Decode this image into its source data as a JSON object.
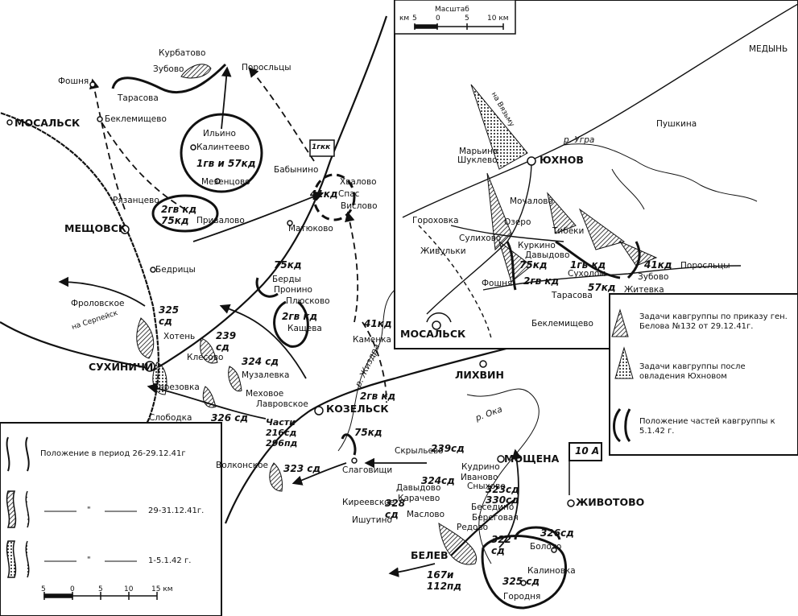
{
  "places": {
    "kurbatovo": "Курбатово",
    "zubovo": "Зубово",
    "foshnya": "Фошня",
    "tarasova": "Тарасова",
    "porosl": "Поросльцы",
    "mosalsk": "МОСАЛЬСК",
    "beklem": "Беклемищево",
    "ilyino": "Ильино",
    "kalint": "Калинтеево",
    "mezent": "Мезенцово",
    "babynino": "Бабынино",
    "khvalovo": "Хвалово",
    "spas": "Спас",
    "vislovo": "Вислово",
    "ryazant": "Рязанцево",
    "privalovo": "Привалово",
    "meshchovsk": "МЕЩОВСК",
    "matyukovo": "Матюково",
    "bedritsy": "Бедрицы",
    "berdy": "Берды",
    "pronino": "Пронино",
    "plyuskovo": "Плюсково",
    "kashcheva": "Кащева",
    "frolovskoe": "Фроловское",
    "khoten": "Хотень",
    "klesovo": "Клесово",
    "sukhinichi": "СУХИНИЧИ",
    "muzalevka": "Музалевка",
    "berezovka": "Березовка",
    "mekhovoe": "Меховое",
    "lavrovskoe": "Лавровское",
    "kozelsk": "КОЗЕЛЬСК",
    "slobodka": "Слободка",
    "kamenka": "Каменка",
    "likhvin": "ЛИХВИН",
    "skryl": "Скрыльево",
    "moshchena": "МОЩЕНА",
    "kudrino": "Кудрино",
    "ivanovo": "Иваново",
    "snykhovo": "Сныхово",
    "volkonskoe": "Волконское",
    "slagovishchi": "Слаговищи",
    "davydovo": "Давыдово",
    "karachevo": "Карачево",
    "kireevskoe": "Киреевское",
    "beskdino": "Бесединo",
    "beregovaya": "Береговая",
    "maslovo": "Маслово",
    "ishutino": "Ишутино",
    "redovo": "Редово",
    "belev": "БЕЛЕВ",
    "boloto": "Болото",
    "kalinovka": "Калиновка",
    "gorodnya": "Городня",
    "zhivotovo": "ЖИВОТОВО",
    "medyn": "МЕДЫНЬ",
    "pushkina": "Пушкина",
    "marina": "Марьина",
    "shuklevo": "Шуклево",
    "yukhnov": "ЮХНОВ",
    "mochalovo": "Мочалово",
    "gorokhovka": "Гороховка",
    "ozero": "Озеро",
    "sulikhovo": "Сулихово",
    "tibeki": "Тибеки",
    "kurkino": "Куркино",
    "zhivulki": "Живульки",
    "davydovo2": "Давыдово",
    "sukholom": "Сухолом",
    "zubovo2": "Зубово",
    "zhitevka": "Житевка",
    "tarasova2": "Тарасова",
    "foshnya2": "Фошня",
    "mosalsk2": "МОСАЛЬСК",
    "beklem2": "Беклемищево",
    "porosl2": "Поросльцы",
    "on_serpeisk": "на Серпейск",
    "on_vyazma": "на Вязьму"
  },
  "rivers": {
    "ugra": "р. Угра",
    "oka": "р. Ока",
    "zhizdra": "р. Жиздра"
  },
  "units": {
    "u1gv57": "1гв и 57кд",
    "u2gv75": "2гв кд 75кд",
    "u75a": "75кд",
    "u2gvkd_a": "2гв кд",
    "u41a": "41кд",
    "u41b": "41кд",
    "u325": "325 сд",
    "u239": "239 сд",
    "u324": "324 сд",
    "u326": "326 сд",
    "u2gvkd_b": "2гв кд",
    "u216": "Части 216сд 296пд",
    "u75b": "75кд",
    "u323": "323 сд",
    "u239b": "239сд",
    "u324b": "324сд",
    "u323b": "323сд",
    "u330": "330сд",
    "u328": "328 сд",
    "u322": "322 сд",
    "u326b": "326сд",
    "u325b": "325 сд",
    "u167": "167и 112пд",
    "u1gk": "1гкк",
    "u10a": "10 А",
    "i_75": "75кд",
    "i_2gv": "2гв кд",
    "i_1gv": "1гв кд",
    "i_57": "57кд",
    "i_41": "41кд"
  },
  "inset_scale": {
    "title": "Масштаб",
    "km": "км",
    "t0": "5",
    "t1": "0",
    "t2": "5",
    "t3": "10 км"
  },
  "main_scale": {
    "t0": "5",
    "t1": "0",
    "t2": "5",
    "t3": "10",
    "t4": "15 км"
  },
  "legend_left": {
    "r1": "Положение в период 26-29.12.41г",
    "r2": "29-31.12.41г.",
    "r3": "1-5.1.42 г.",
    "q": "\""
  },
  "legend_right": {
    "r1": "Задачи кавгруппы по приказу ген. Белова №132 от 29.12.41г.",
    "r2": "Задачи кавгруппы после овладения Юхновом",
    "r3": "Положение частей кавгруппы к 5.1.42 г."
  }
}
